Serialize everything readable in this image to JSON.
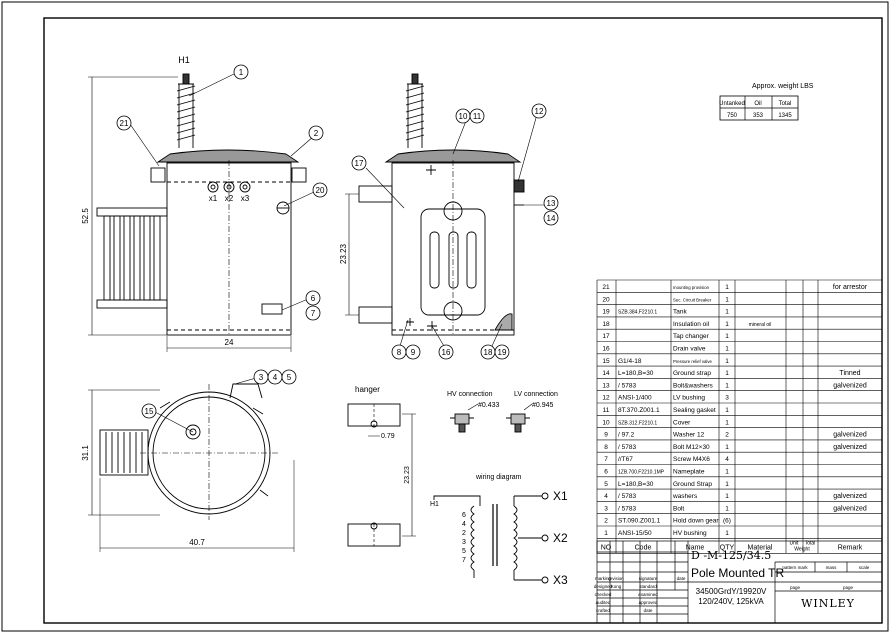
{
  "drawing": {
    "weight_title": "Approx. weight LBS",
    "weight_headers": [
      "Untanked",
      "Oil",
      "Total"
    ],
    "weight_values": [
      "750",
      "353",
      "1345"
    ],
    "dimensions": {
      "height": "52.5",
      "width": "24",
      "side_height": "23.23",
      "plan_depth": "31.1",
      "plan_width": "40.7",
      "hanger_gap": "0.79",
      "hanger_height": "23.23"
    },
    "labels": {
      "h1": "H1",
      "x1": "x1",
      "x2": "x2",
      "x3": "x3",
      "hanger": "hanger",
      "hv": "HV connection",
      "lv": "LV connection",
      "hv_val": "#0.433",
      "lv_val": "#0.945",
      "wiring": "wiring diagram",
      "wd_h1": "H1",
      "X1": "X1",
      "X2": "X2",
      "X3": "X3",
      "coil_nums": [
        "6",
        "4",
        "2",
        "3",
        "5",
        "7"
      ]
    },
    "balloons": {
      "front": [
        "1",
        "21",
        "2",
        "20",
        "6",
        "7"
      ],
      "side": [
        "10",
        "11",
        "12",
        "17",
        "13",
        "14",
        "8",
        "9",
        "16",
        "18",
        "19"
      ],
      "plan": [
        "3",
        "4",
        "5",
        "15"
      ]
    }
  },
  "bom": {
    "rows": [
      {
        "no": "21",
        "code": "",
        "name": "mounting provision",
        "qty": "1",
        "material": "",
        "remark": "for arrestor"
      },
      {
        "no": "20",
        "code": "",
        "name": "Sec. Circuit Breaker",
        "qty": "1",
        "material": "",
        "remark": ""
      },
      {
        "no": "19",
        "code": "SZB.384.F2210.1",
        "name": "Tank",
        "qty": "1",
        "material": "",
        "remark": ""
      },
      {
        "no": "18",
        "code": "",
        "name": "Insulation oil",
        "qty": "1",
        "material": "mineral oil",
        "remark": ""
      },
      {
        "no": "17",
        "code": "",
        "name": "Tap changer",
        "qty": "1",
        "material": "",
        "remark": ""
      },
      {
        "no": "16",
        "code": "",
        "name": "Drain valve",
        "qty": "1",
        "material": "",
        "remark": ""
      },
      {
        "no": "15",
        "code": "G1/4-18",
        "name": "Pressure relief valve",
        "qty": "1",
        "material": "",
        "remark": ""
      },
      {
        "no": "14",
        "code": "L=180,B=30",
        "name": "Ground strap",
        "qty": "1",
        "material": "",
        "remark": "Tinned"
      },
      {
        "no": "13",
        "code": "/ 5783",
        "name": "Bolt&washers",
        "qty": "1",
        "material": "",
        "remark": "galvenized"
      },
      {
        "no": "12",
        "code": "ANSI-1/400",
        "name": "LV bushing",
        "qty": "3",
        "material": "",
        "remark": ""
      },
      {
        "no": "11",
        "code": "8T.370.Z001.1",
        "name": "Sealing gasket",
        "qty": "1",
        "material": "",
        "remark": ""
      },
      {
        "no": "10",
        "code": "SZB.312.F2210.1",
        "name": "Cover",
        "qty": "1",
        "material": "",
        "remark": ""
      },
      {
        "no": "9",
        "code": "/ 97.2",
        "name": "Washer 12",
        "qty": "2",
        "material": "",
        "remark": "galvenized"
      },
      {
        "no": "8",
        "code": "/ 5783",
        "name": "Bolt M12×30",
        "qty": "1",
        "material": "",
        "remark": "galvenized"
      },
      {
        "no": "7",
        "code": "//T67",
        "name": "Screw M4X6",
        "qty": "4",
        "material": "",
        "remark": ""
      },
      {
        "no": "6",
        "code": "1ZB.700.F2210.1MP",
        "name": "Nameplate",
        "qty": "1",
        "material": "",
        "remark": ""
      },
      {
        "no": "5",
        "code": "L=180,B=30",
        "name": "Ground Strap",
        "qty": "1",
        "material": "",
        "remark": ""
      },
      {
        "no": "4",
        "code": "/ 5783",
        "name": "washers",
        "qty": "1",
        "material": "",
        "remark": "galvenized"
      },
      {
        "no": "3",
        "code": "/ 5783",
        "name": "Bolt",
        "qty": "1",
        "material": "",
        "remark": "galvenized"
      },
      {
        "no": "2",
        "code": "ST.090.Z001.1",
        "name": "Hold down gear",
        "qty": "(6)",
        "material": "",
        "remark": ""
      },
      {
        "no": "1",
        "code": "ANSI-15/50",
        "name": "HV bushing",
        "qty": "1",
        "material": "",
        "remark": ""
      }
    ],
    "headers": {
      "no": "NO",
      "code": "Code",
      "name": "Name",
      "qty": "QTY",
      "material": "Material",
      "unit": "Unit",
      "total": "Total",
      "weight": "Weight",
      "remark": "Remark"
    }
  },
  "title_block": {
    "drawing_no": "D -M-125/34.5",
    "title": "Pole Mounted TR",
    "spec1": "34500GrdY/19920V",
    "spec2": "120/240V, 125kVA",
    "company": "WINLEY",
    "marking": "marking",
    "revision": "revision",
    "signature": "signature",
    "date": "date",
    "designed": "designed",
    "kong": "Kong",
    "standard": "standard",
    "checked": "checked",
    "examined": "examined",
    "audited": "audited",
    "approved": "approved",
    "crafted": "crafted",
    "date2": "date",
    "pattern_mark": "pattern mark",
    "mass": "mass",
    "scale": "scale",
    "page": "page",
    "page2": "page"
  }
}
